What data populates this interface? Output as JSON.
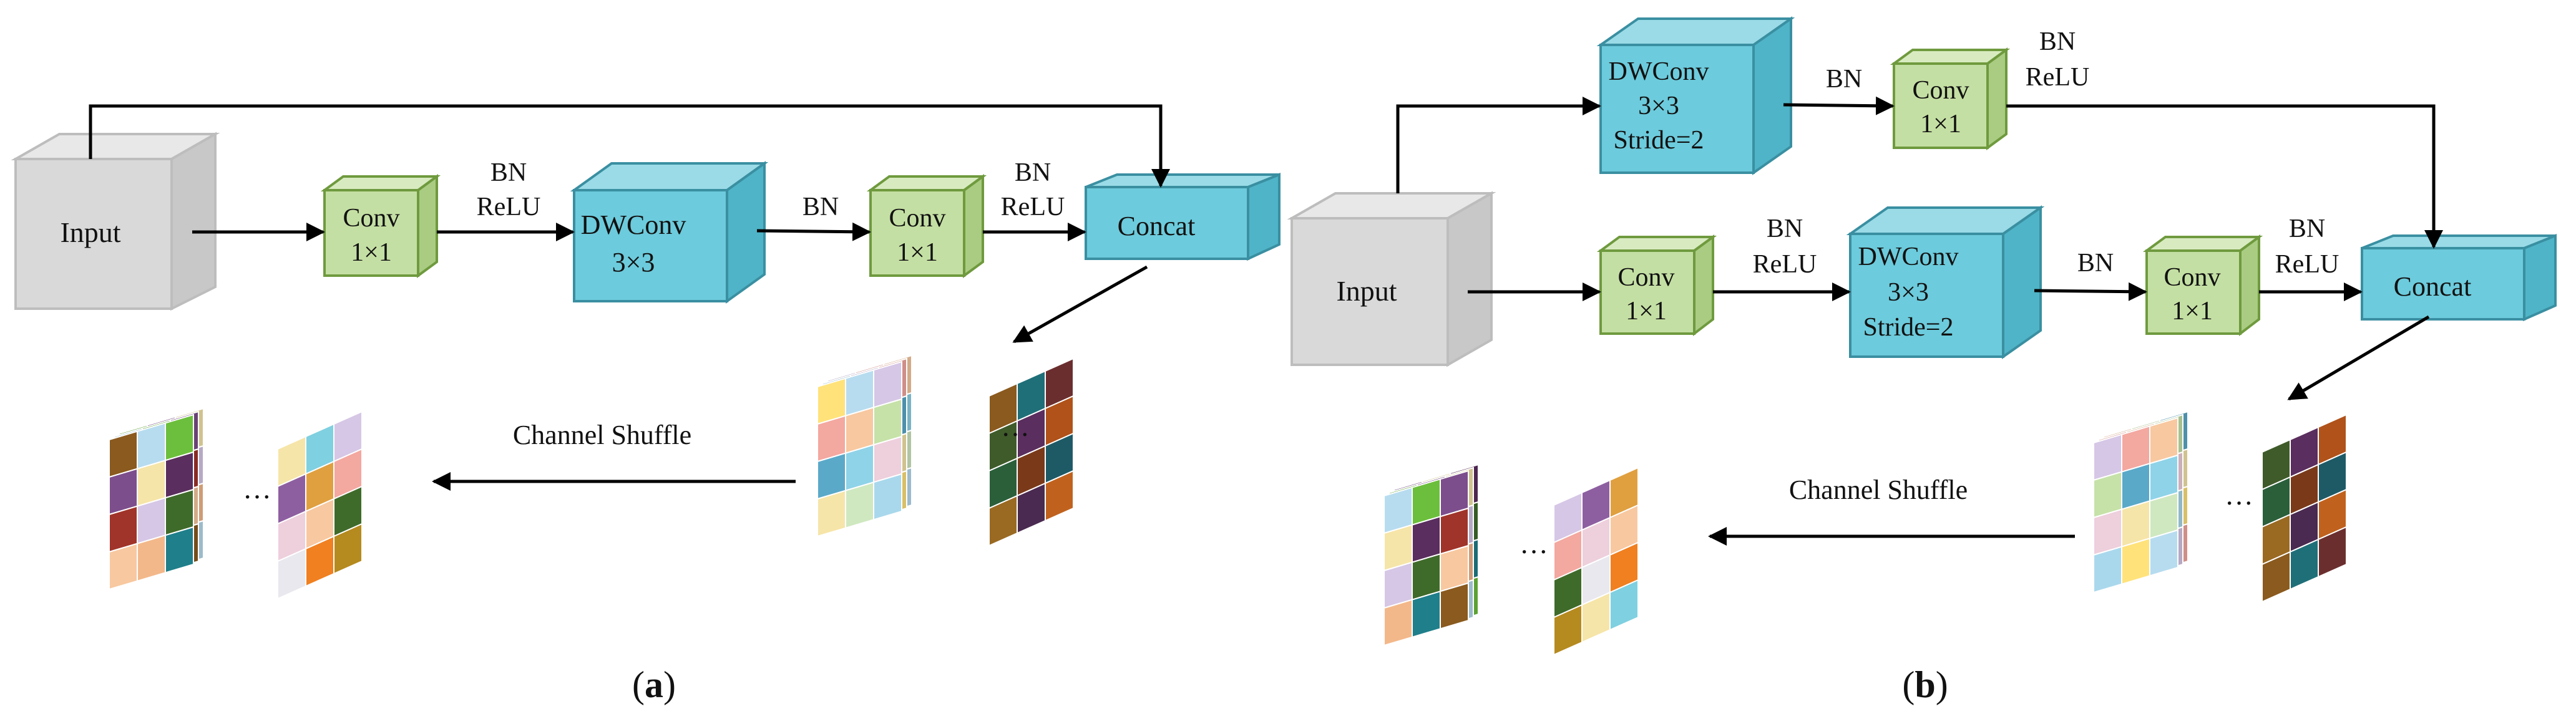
{
  "colors": {
    "gray_front": "#d9d9d9",
    "gray_top": "#e8e8e8",
    "gray_side": "#c8c8c8",
    "green_front": "#c4dfa3",
    "green_top": "#d8ebc0",
    "green_side": "#a9cc82",
    "green_stroke": "#6f9a3e",
    "cyan_front": "#6ccbdc",
    "cyan_top": "#9adbe7",
    "cyan_side": "#4fb4c7",
    "cyan_stroke": "#3a8fa1",
    "arrow": "#000000"
  },
  "palette_a": [
    "#ffe27a",
    "#b7dcef",
    "#d6c7e6",
    "#f3a8a0",
    "#f8c8a0",
    "#c6e2a8",
    "#5aa9c9",
    "#8fd3e8",
    "#eecfdc",
    "#f6e5a8",
    "#cfe8c0",
    "#a9d8ec"
  ],
  "palette_dark": [
    "#8a5a1e",
    "#1f6f78",
    "#6b2e2e",
    "#3f5b2a",
    "#5a2e5e",
    "#b0521a",
    "#2b5f3a",
    "#7a3a1a",
    "#1e5a66",
    "#9a6a22",
    "#4a2a50",
    "#c0621e"
  ],
  "palette_mixed": [
    "#8a5a1e",
    "#b7dcef",
    "#6cbf3c",
    "#7d4e8c",
    "#f6e5a8",
    "#5a2e5e",
    "#a0342a",
    "#d6c7e6",
    "#3f6b2a",
    "#f8c8a0",
    "#f3b88a",
    "#1f7f8a"
  ],
  "palette_mixed2": [
    "#f6e5a8",
    "#7fd0e0",
    "#d6c7e6",
    "#8e5fa0",
    "#e0a040",
    "#f3a8a0",
    "#eecfdc",
    "#f8c8a0",
    "#3f6b2a",
    "#e8e8ee",
    "#f08020",
    "#b58a1e"
  ],
  "panel_a": {
    "input_label": "Input",
    "conv1": {
      "line1": "Conv",
      "line2": "1×1"
    },
    "bn_relu_1": {
      "line1": "BN",
      "line2": "ReLU"
    },
    "dwconv": {
      "line1": "DWConv",
      "line2": "3×3"
    },
    "bn_2": "BN",
    "conv2": {
      "line1": "Conv",
      "line2": "1×1"
    },
    "bn_relu_3": {
      "line1": "BN",
      "line2": "ReLU"
    },
    "concat": "Concat",
    "shuffle_label": "Channel Shuffle",
    "ellipsis_left": "···",
    "ellipsis_right": "···",
    "caption_open": "(",
    "caption_letter": "a",
    "caption_close": ")"
  },
  "panel_b": {
    "input_label": "Input",
    "top_dwconv": {
      "line1": "DWConv",
      "line2": "3×3",
      "line3": "Stride=2"
    },
    "top_bn": "BN",
    "top_conv": {
      "line1": "Conv",
      "line2": "1×1"
    },
    "top_bn_relu": {
      "line1": "BN",
      "line2": "ReLU"
    },
    "conv1": {
      "line1": "Conv",
      "line2": "1×1"
    },
    "bn_relu_1": {
      "line1": "BN",
      "line2": "ReLU"
    },
    "dwconv": {
      "line1": "DWConv",
      "line2": "3×3",
      "line3": "Stride=2"
    },
    "bn_2": "BN",
    "conv2": {
      "line1": "Conv",
      "line2": "1×1"
    },
    "bn_relu_3": {
      "line1": "BN",
      "line2": "ReLU"
    },
    "concat": "Concat",
    "shuffle_label": "Channel Shuffle",
    "ellipsis_left": "···",
    "ellipsis_right": "···",
    "caption_open": "(",
    "caption_letter": "b",
    "caption_close": ")"
  }
}
